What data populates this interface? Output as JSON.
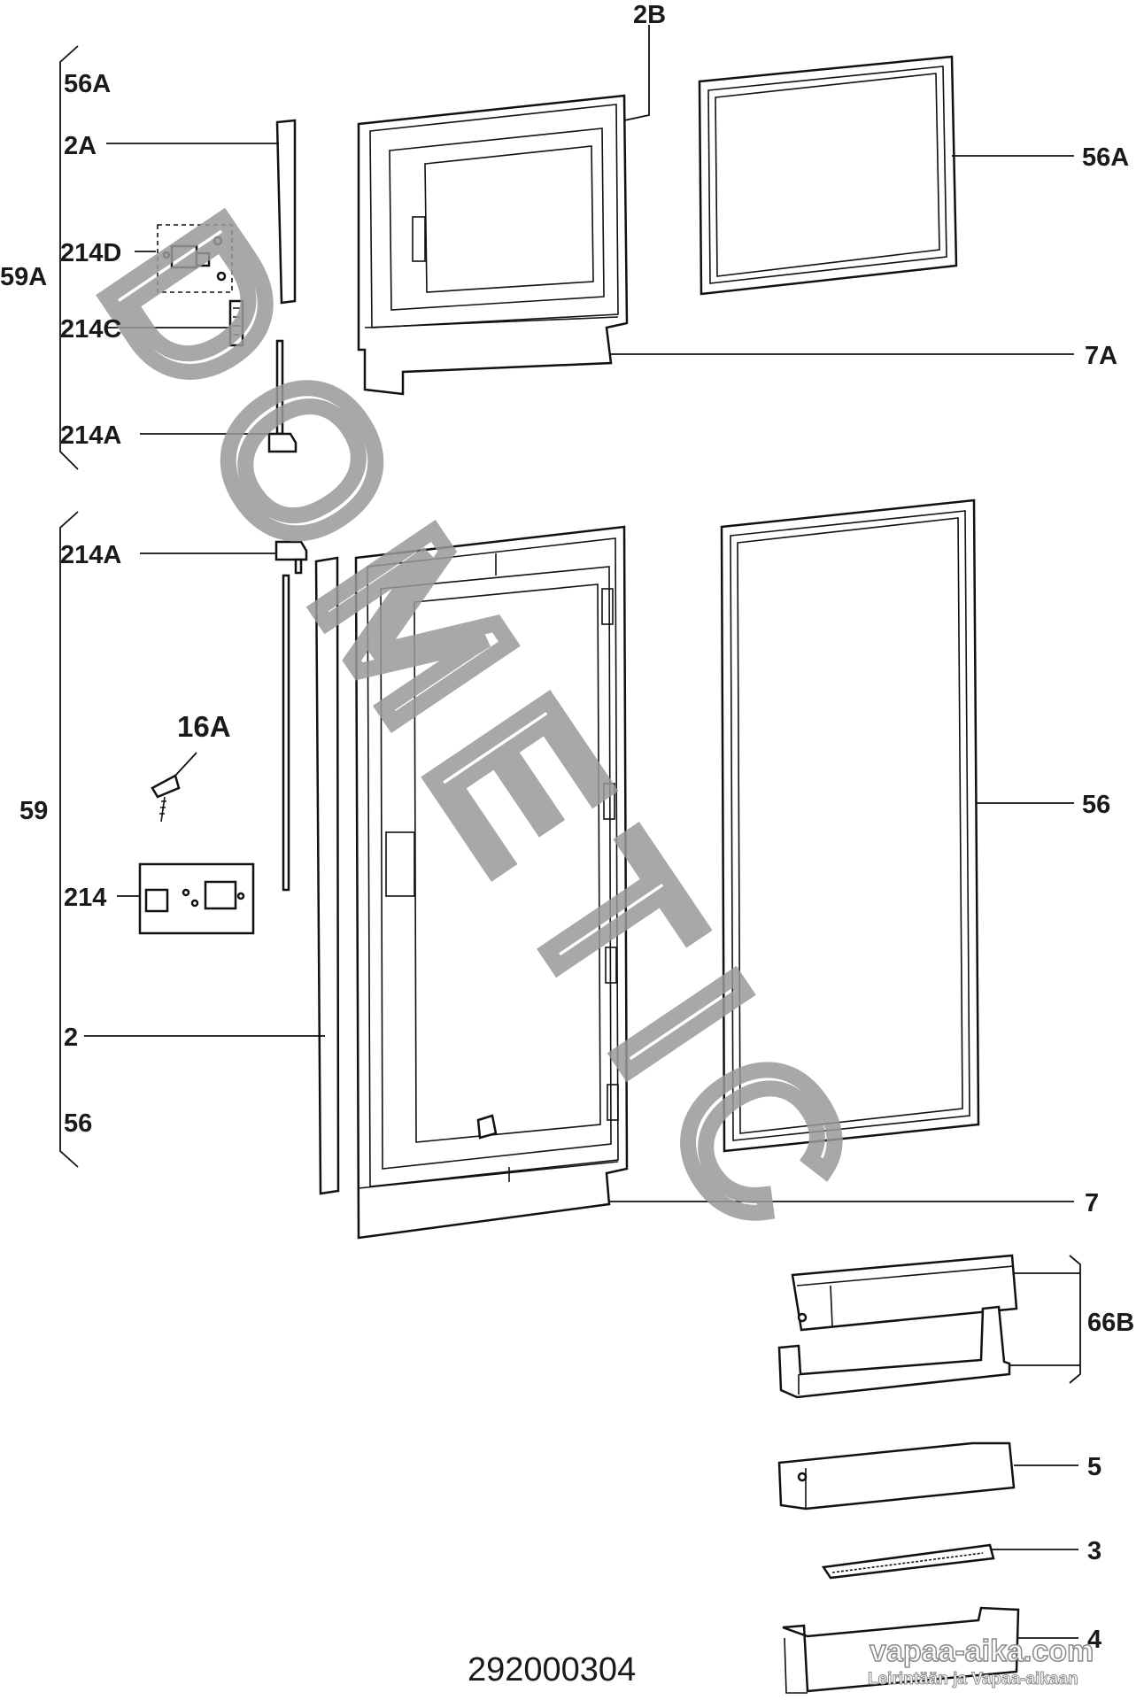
{
  "drawing_number": "292000304",
  "watermark": {
    "brand": "DOMETIC",
    "site": "vapaa-aika.com",
    "tagline": "Leirintään ja Vapaa-aikaan"
  },
  "groups": {
    "upper": "59A",
    "lower": "59"
  },
  "labels": {
    "l_2B": "2B",
    "l_56A_top": "56A",
    "l_2A": "2A",
    "l_214D": "214D",
    "l_214C": "214C",
    "l_214A_upper": "214A",
    "l_56A_right": "56A",
    "l_7A": "7A",
    "l_214A_lower": "214A",
    "l_16A": "16A",
    "l_214": "214",
    "l_2": "2",
    "l_56_left": "56",
    "l_56_right": "56",
    "l_7": "7",
    "l_66B": "66B",
    "l_5": "5",
    "l_3": "3",
    "l_4": "4"
  }
}
